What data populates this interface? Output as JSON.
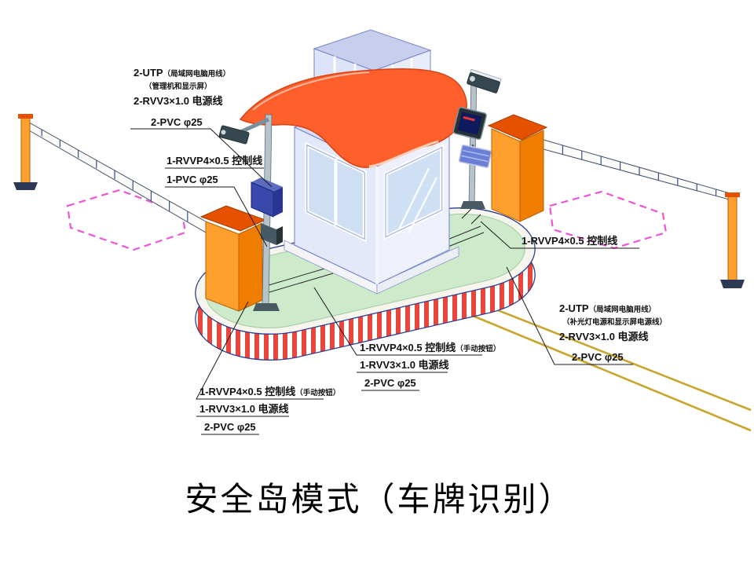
{
  "title": "安全岛模式（车牌识别）",
  "labels": {
    "pole_main": {
      "line1": "2-UTP",
      "line1_note": "（局域网电脑用线）",
      "line2": "（管理机和显示屏）",
      "line3": "2-RVV3×1.0 电源线",
      "line4": "2-PVC φ25"
    },
    "pole_control": {
      "line1": "1-RVVP4×0.5 控制线",
      "line2": "1-PVC φ25"
    },
    "right_barrier": {
      "line1": "1-RVVP4×0.5 控制线"
    },
    "right_pole": {
      "line1": "2-UTP",
      "line1_note": "（局域网电脑用线）",
      "line2": "（补光灯电源和显示屏电源线）",
      "line3": "2-RVV3×1.0 电源线",
      "line4": "2-PVC φ25"
    },
    "booth_button_right": {
      "line1": "1-RVVP4×0.5 控制线",
      "line1_note": "（手动按钮）",
      "line2": "1-RVV3×1.0 电源线",
      "line3": "2-PVC φ25"
    },
    "booth_button_left": {
      "line1": "1-RVVP4×0.5 控制线",
      "line1_note": "（手动按钮）",
      "line2": "1-RVV3×1.0 电源线",
      "line3": "2-PVC φ25"
    }
  },
  "colors": {
    "island_green": "#cdeacb",
    "stripe_red": "#e8453c",
    "roof_orange": "#ff5f2a",
    "barrier_orange": "#ffa02e",
    "booth_panel": "#e3e8fa",
    "marking_pink": "#ee55d4",
    "road_yellow": "#c8a52c"
  }
}
